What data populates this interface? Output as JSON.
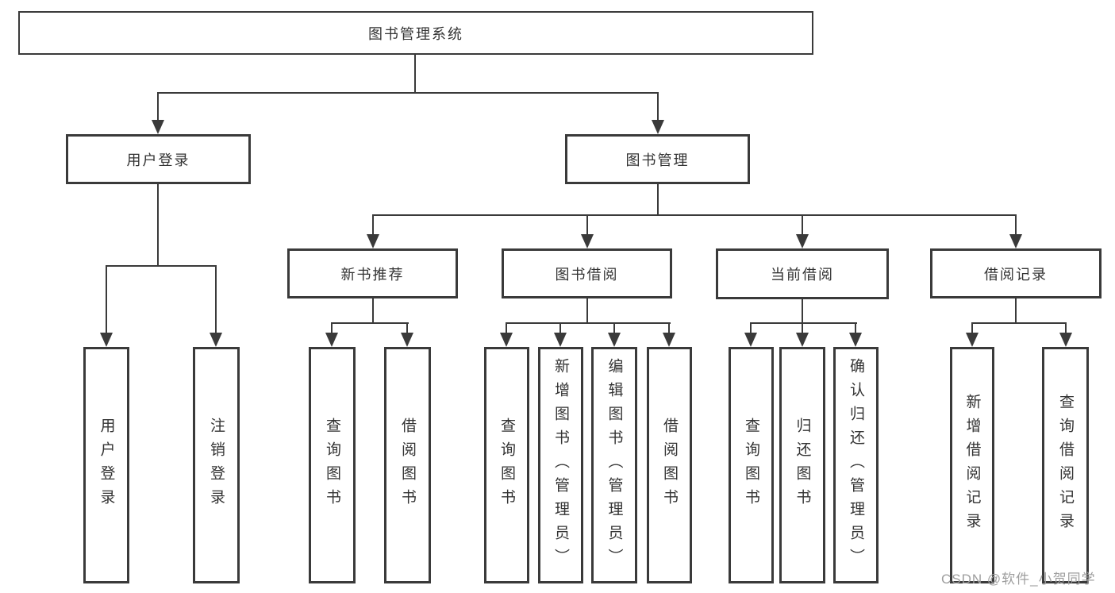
{
  "diagram_title": "图书管理系统",
  "nodes": {
    "root": "图书管理系统",
    "userLogin": {
      "label": "用户登录",
      "children": [
        "用户登录",
        "注销登录"
      ]
    },
    "bookMgmt": {
      "label": "图书管理"
    },
    "newBookRec": {
      "label": "新书推荐",
      "children": [
        "查询图书",
        "借阅图书"
      ]
    },
    "bookBorrow": {
      "label": "图书借阅",
      "children": [
        "查询图书",
        "新增图书（管理员）",
        "编辑图书（管理员）",
        "借阅图书"
      ]
    },
    "currentBorrow": {
      "label": "当前借阅",
      "children": [
        "查询图书",
        "归还图书",
        "确认归还（管理员）"
      ]
    },
    "borrowRecords": {
      "label": "借阅记录",
      "children": [
        "新增借阅记录",
        "查询借阅记录"
      ]
    }
  },
  "watermark": {
    "text": "CSDN @软件_小贺同学"
  },
  "colors": {
    "line": "#3a3a3a",
    "text": "#333333",
    "watermark": "#9e9e9e",
    "background": "#ffffff"
  }
}
